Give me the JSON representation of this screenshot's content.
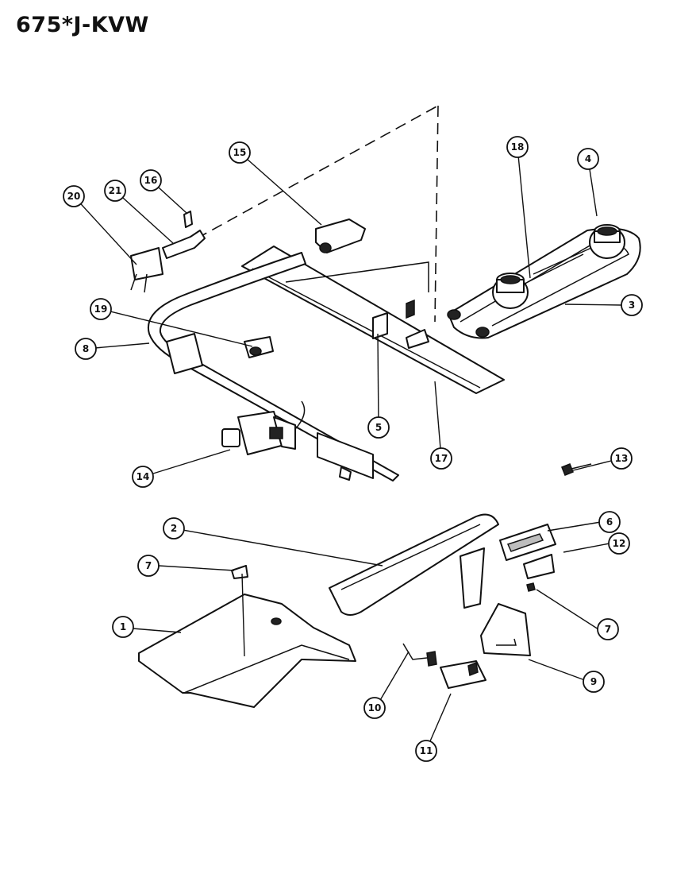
{
  "title": "675*J-KVW",
  "colors": {
    "ink": "#111111",
    "background": "#ffffff"
  },
  "callouts": [
    {
      "id": "c1",
      "label": "1"
    },
    {
      "id": "c2",
      "label": "2"
    },
    {
      "id": "c3",
      "label": "3"
    },
    {
      "id": "c4",
      "label": "4"
    },
    {
      "id": "c5",
      "label": "5"
    },
    {
      "id": "c6",
      "label": "6"
    },
    {
      "id": "c7a",
      "label": "7"
    },
    {
      "id": "c7b",
      "label": "7"
    },
    {
      "id": "c8",
      "label": "8"
    },
    {
      "id": "c9",
      "label": "9"
    },
    {
      "id": "c10",
      "label": "10"
    },
    {
      "id": "c11",
      "label": "11"
    },
    {
      "id": "c12",
      "label": "12"
    },
    {
      "id": "c13",
      "label": "13"
    },
    {
      "id": "c14",
      "label": "14"
    },
    {
      "id": "c15",
      "label": "15"
    },
    {
      "id": "c16",
      "label": "16"
    },
    {
      "id": "c17",
      "label": "17"
    },
    {
      "id": "c18",
      "label": "18"
    },
    {
      "id": "c19",
      "label": "19"
    },
    {
      "id": "c20",
      "label": "20"
    },
    {
      "id": "c21",
      "label": "21"
    }
  ]
}
